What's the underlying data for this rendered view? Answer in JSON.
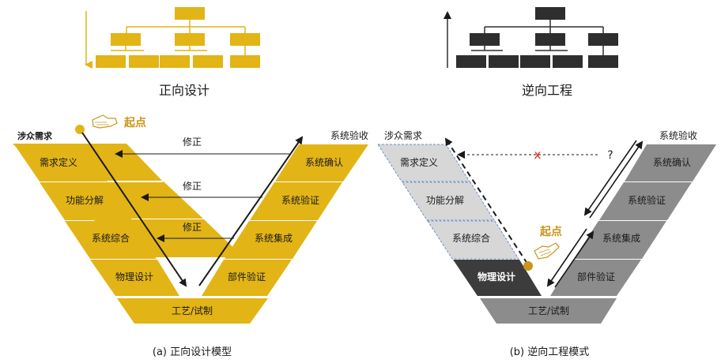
{
  "colors": {
    "gold": "#e2b416",
    "gold_light": "#e3bb34",
    "dark_box": "#2e2e2e",
    "grey": "#8c8c8c",
    "grey_light": "#d7d7d7",
    "grey_dark": "#3c3c3c",
    "dash_border": "#6f8fc9",
    "red": "#e0261b",
    "orange_text": "#c9961c"
  },
  "left": {
    "title": "正向设计",
    "caption": "(a) 正向设计模型",
    "stakeholder": "涉众需求",
    "acceptance": "系统验收",
    "start": "起点",
    "correction_label": "修正",
    "left_stages": [
      "需求定义",
      "功能分解",
      "系统综合",
      "物理设计"
    ],
    "right_stages": [
      "系统确认",
      "系统验证",
      "系统集成",
      "部件验证"
    ],
    "bottom": "工艺/试制"
  },
  "right": {
    "title": "逆向工程",
    "caption": "(b)  逆向工程模式",
    "stakeholder": "涉众需求",
    "acceptance": "系统验收",
    "start": "起点",
    "question": "?",
    "cross": "x",
    "left_stages": [
      "需求定义",
      "功能分解",
      "系统综合",
      "物理设计"
    ],
    "right_stages": [
      "系统确认",
      "系统验证",
      "系统集成",
      "部件验证"
    ],
    "bottom": "工艺/试制"
  }
}
